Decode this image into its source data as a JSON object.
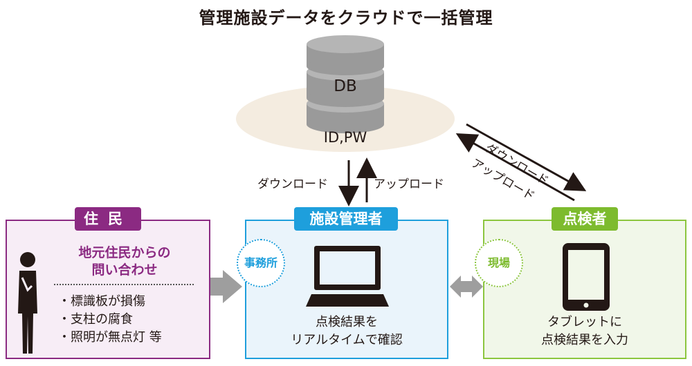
{
  "title": "管理施設データをクラウドで一括管理",
  "database": {
    "label": "DB",
    "credentials": "ID,PW"
  },
  "flows": {
    "db_to_manager": "ダウンロード",
    "manager_to_db": "アップロード",
    "db_to_inspector": "ダウンロード",
    "inspector_to_db": "アップロード"
  },
  "residents": {
    "tag": "住民",
    "heading_line1": "地元住民からの",
    "heading_line2": "問い合わせ",
    "items": [
      "・標識板が損傷",
      "・支柱の腐食",
      "・照明が無点灯 等"
    ]
  },
  "manager": {
    "tag": "施設管理者",
    "place": "事務所",
    "line1": "点検結果を",
    "line2": "リアルタイムで確認"
  },
  "inspector": {
    "tag": "点検者",
    "place": "現場",
    "line1": "タブレットに",
    "line2": "点検結果を入力"
  },
  "colors": {
    "residents": "#8b2a82",
    "manager": "#1e9fdc",
    "inspector": "#8cc63f",
    "cloud_ellipse": "#f4ece0",
    "database": "#999999"
  }
}
